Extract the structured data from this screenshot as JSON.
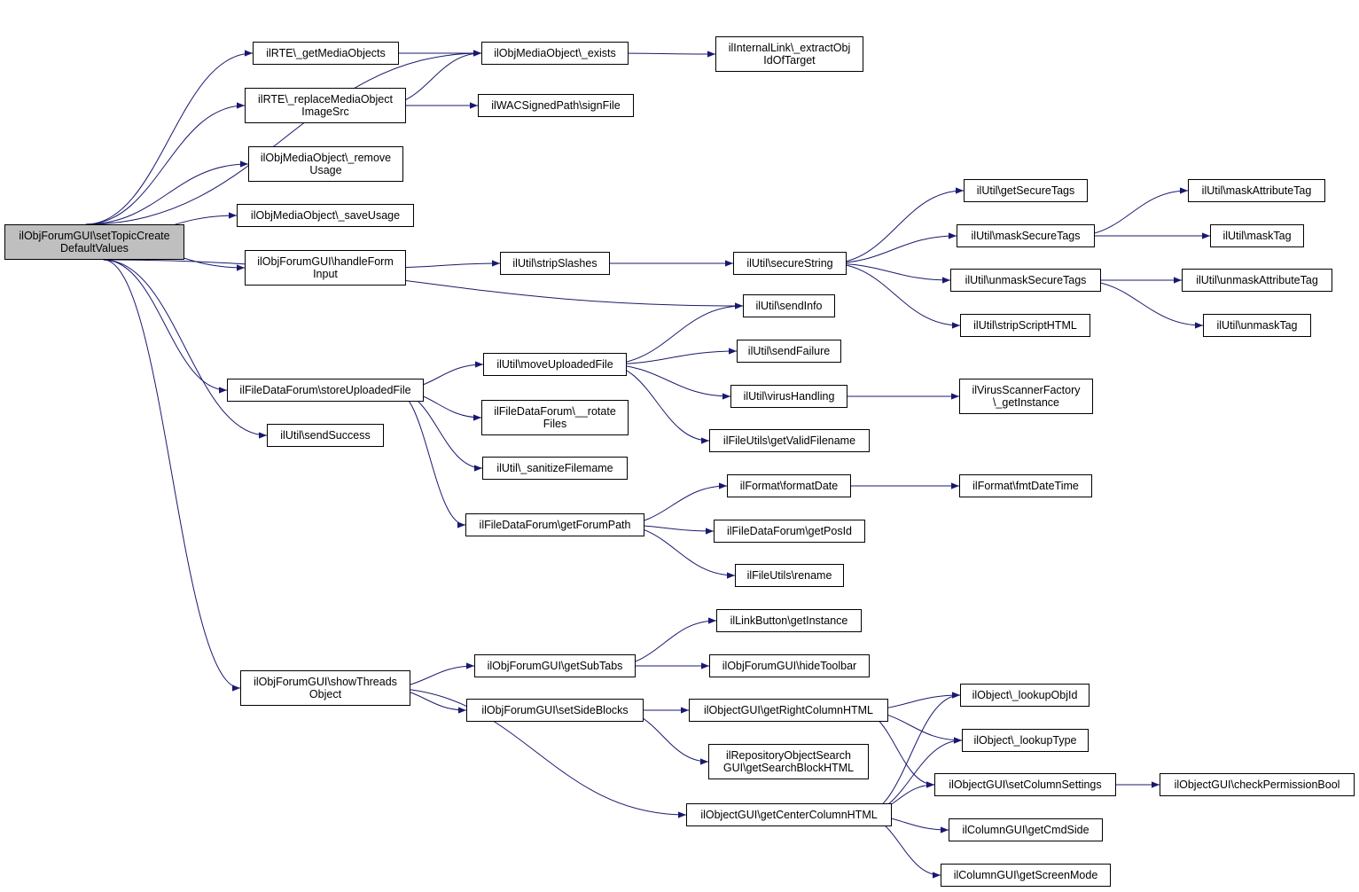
{
  "nodes": [
    {
      "id": "root",
      "label": "ilObjForumGUI\\setTopicCreate\nDefaultValues"
    },
    {
      "id": "rte_get",
      "label": "ilRTE\\_getMediaObjects"
    },
    {
      "id": "rte_replace",
      "label": "ilRTE\\_replaceMediaObject\nImageSrc"
    },
    {
      "id": "mob_remove",
      "label": "ilObjMediaObject\\_remove\nUsage"
    },
    {
      "id": "mob_save",
      "label": "ilObjMediaObject\\_saveUsage"
    },
    {
      "id": "handleform",
      "label": "ilObjForumGUI\\handleForm\nInput"
    },
    {
      "id": "storeupl",
      "label": "ilFileDataForum\\storeUploadedFile"
    },
    {
      "id": "sendsuccess",
      "label": "ilUtil\\sendSuccess"
    },
    {
      "id": "showthreads",
      "label": "ilObjForumGUI\\showThreads\nObject"
    },
    {
      "id": "mob_exists",
      "label": "ilObjMediaObject\\_exists"
    },
    {
      "id": "wac",
      "label": "ilWACSignedPath\\signFile"
    },
    {
      "id": "extract",
      "label": "ilInternalLink\\_extractObj\nIdOfTarget"
    },
    {
      "id": "stripslashes",
      "label": "ilUtil\\stripSlashes"
    },
    {
      "id": "securestring",
      "label": "ilUtil\\secureString"
    },
    {
      "id": "getsecuretags",
      "label": "ilUtil\\getSecureTags"
    },
    {
      "id": "masksecuretags",
      "label": "ilUtil\\maskSecureTags"
    },
    {
      "id": "unmasksecuretags",
      "label": "ilUtil\\unmaskSecureTags"
    },
    {
      "id": "stripscript",
      "label": "ilUtil\\stripScriptHTML"
    },
    {
      "id": "maskattr",
      "label": "ilUtil\\maskAttributeTag"
    },
    {
      "id": "masktag",
      "label": "ilUtil\\maskTag"
    },
    {
      "id": "unmaskattr",
      "label": "ilUtil\\unmaskAttributeTag"
    },
    {
      "id": "unmasktag",
      "label": "ilUtil\\unmaskTag"
    },
    {
      "id": "sendinfo",
      "label": "ilUtil\\sendInfo"
    },
    {
      "id": "moveupl",
      "label": "ilUtil\\moveUploadedFile"
    },
    {
      "id": "sendfailure",
      "label": "ilUtil\\sendFailure"
    },
    {
      "id": "virushandling",
      "label": "ilUtil\\virusHandling"
    },
    {
      "id": "virusfactory",
      "label": "ilVirusScannerFactory\n\\_getInstance"
    },
    {
      "id": "validfilename",
      "label": "ilFileUtils\\getValidFilename"
    },
    {
      "id": "rotate",
      "label": "ilFileDataForum\\__rotate\nFiles"
    },
    {
      "id": "sanitize",
      "label": "ilUtil\\_sanitizeFilemame"
    },
    {
      "id": "getforumpath",
      "label": "ilFileDataForum\\getForumPath"
    },
    {
      "id": "formatdate",
      "label": "ilFormat\\formatDate"
    },
    {
      "id": "fmtdatetime",
      "label": "ilFormat\\fmtDateTime"
    },
    {
      "id": "getposid",
      "label": "ilFileDataForum\\getPosId"
    },
    {
      "id": "rename",
      "label": "ilFileUtils\\rename"
    },
    {
      "id": "linkbutton",
      "label": "ilLinkButton\\getInstance"
    },
    {
      "id": "getsubtabs",
      "label": "ilObjForumGUI\\getSubTabs"
    },
    {
      "id": "hidetoolbar",
      "label": "ilObjForumGUI\\hideToolbar"
    },
    {
      "id": "setsideblocks",
      "label": "ilObjForumGUI\\setSideBlocks"
    },
    {
      "id": "getrightcol",
      "label": "ilObjectGUI\\getRightColumnHTML"
    },
    {
      "id": "reposearch",
      "label": "ilRepositoryObjectSearch\nGUI\\getSearchBlockHTML"
    },
    {
      "id": "getcentercol",
      "label": "ilObjectGUI\\getCenterColumnHTML"
    },
    {
      "id": "lookupobjid",
      "label": "ilObject\\_lookupObjId"
    },
    {
      "id": "lookuptype",
      "label": "ilObject\\_lookupType"
    },
    {
      "id": "setcolsettings",
      "label": "ilObjectGUI\\setColumnSettings"
    },
    {
      "id": "checkperm",
      "label": "ilObjectGUI\\checkPermissionBool"
    },
    {
      "id": "getcmdside",
      "label": "ilColumnGUI\\getCmdSide"
    },
    {
      "id": "getscreenmode",
      "label": "ilColumnGUI\\getScreenMode"
    }
  ],
  "edges": [
    [
      "root",
      "rte_get"
    ],
    [
      "root",
      "rte_replace"
    ],
    [
      "root",
      "mob_remove"
    ],
    [
      "root",
      "mob_save"
    ],
    [
      "root",
      "handleform"
    ],
    [
      "root",
      "storeupl"
    ],
    [
      "root",
      "sendsuccess"
    ],
    [
      "root",
      "showthreads"
    ],
    [
      "root",
      "mob_exists"
    ],
    [
      "root",
      "sendinfo"
    ],
    [
      "rte_get",
      "mob_exists"
    ],
    [
      "rte_replace",
      "mob_exists"
    ],
    [
      "rte_replace",
      "wac"
    ],
    [
      "mob_exists",
      "extract"
    ],
    [
      "handleform",
      "stripslashes"
    ],
    [
      "stripslashes",
      "securestring"
    ],
    [
      "securestring",
      "getsecuretags"
    ],
    [
      "securestring",
      "masksecuretags"
    ],
    [
      "securestring",
      "unmasksecuretags"
    ],
    [
      "securestring",
      "stripscript"
    ],
    [
      "masksecuretags",
      "maskattr"
    ],
    [
      "masksecuretags",
      "masktag"
    ],
    [
      "unmasksecuretags",
      "unmaskattr"
    ],
    [
      "unmasksecuretags",
      "unmasktag"
    ],
    [
      "storeupl",
      "moveupl"
    ],
    [
      "storeupl",
      "rotate"
    ],
    [
      "storeupl",
      "sanitize"
    ],
    [
      "storeupl",
      "getforumpath"
    ],
    [
      "moveupl",
      "sendinfo"
    ],
    [
      "moveupl",
      "sendfailure"
    ],
    [
      "moveupl",
      "virushandling"
    ],
    [
      "moveupl",
      "validfilename"
    ],
    [
      "virushandling",
      "virusfactory"
    ],
    [
      "getforumpath",
      "formatdate"
    ],
    [
      "getforumpath",
      "getposid"
    ],
    [
      "getforumpath",
      "rename"
    ],
    [
      "formatdate",
      "fmtdatetime"
    ],
    [
      "showthreads",
      "getsubtabs"
    ],
    [
      "showthreads",
      "setsideblocks"
    ],
    [
      "showthreads",
      "getcentercol"
    ],
    [
      "getsubtabs",
      "linkbutton"
    ],
    [
      "getsubtabs",
      "hidetoolbar"
    ],
    [
      "setsideblocks",
      "getrightcol"
    ],
    [
      "setsideblocks",
      "reposearch"
    ],
    [
      "getrightcol",
      "lookupobjid"
    ],
    [
      "getrightcol",
      "lookuptype"
    ],
    [
      "getrightcol",
      "setcolsettings"
    ],
    [
      "getcentercol",
      "lookupobjid"
    ],
    [
      "getcentercol",
      "lookuptype"
    ],
    [
      "getcentercol",
      "setcolsettings"
    ],
    [
      "getcentercol",
      "getcmdside"
    ],
    [
      "getcentercol",
      "getscreenmode"
    ],
    [
      "setcolsettings",
      "checkperm"
    ]
  ],
  "colors": {
    "edge": "#191970",
    "node_border": "#000000",
    "root_fill": "#bfbfbf",
    "node_fill": "#ffffff"
  }
}
